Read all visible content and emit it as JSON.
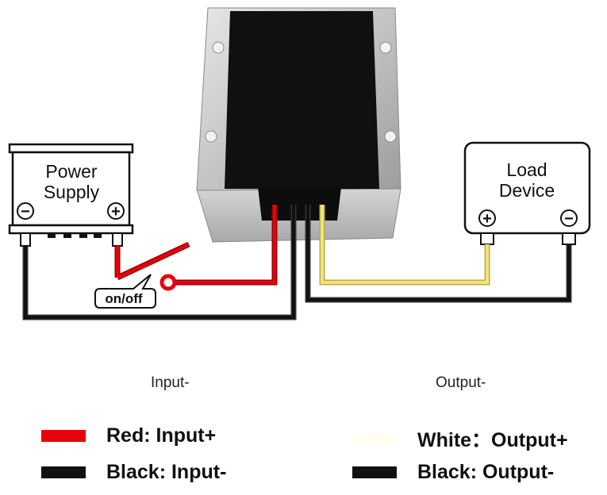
{
  "power_supply": {
    "line1": "Power",
    "line2": "Supply",
    "neg_symbol": "−",
    "pos_symbol": "+"
  },
  "load_device": {
    "line1": "Load",
    "line2": "Device",
    "pos_symbol": "+",
    "neg_symbol": "−"
  },
  "switch": {
    "label": "on/off"
  },
  "captions": {
    "input": "Input-",
    "output": "Output-"
  },
  "legend": [
    {
      "color": "#e8000b",
      "text": "Red: Input+"
    },
    {
      "color": "#111111",
      "text": "Black: Input-"
    },
    {
      "color": "#fffef0",
      "text": "White：Output+"
    },
    {
      "color": "#111111",
      "text": "Black: Output-"
    }
  ],
  "colors": {
    "red_wire": "#e8000b",
    "black_wire": "#222222",
    "yellow_wire": "#f2e27a",
    "housing": "#c9c9c9",
    "potting": "#101010"
  }
}
